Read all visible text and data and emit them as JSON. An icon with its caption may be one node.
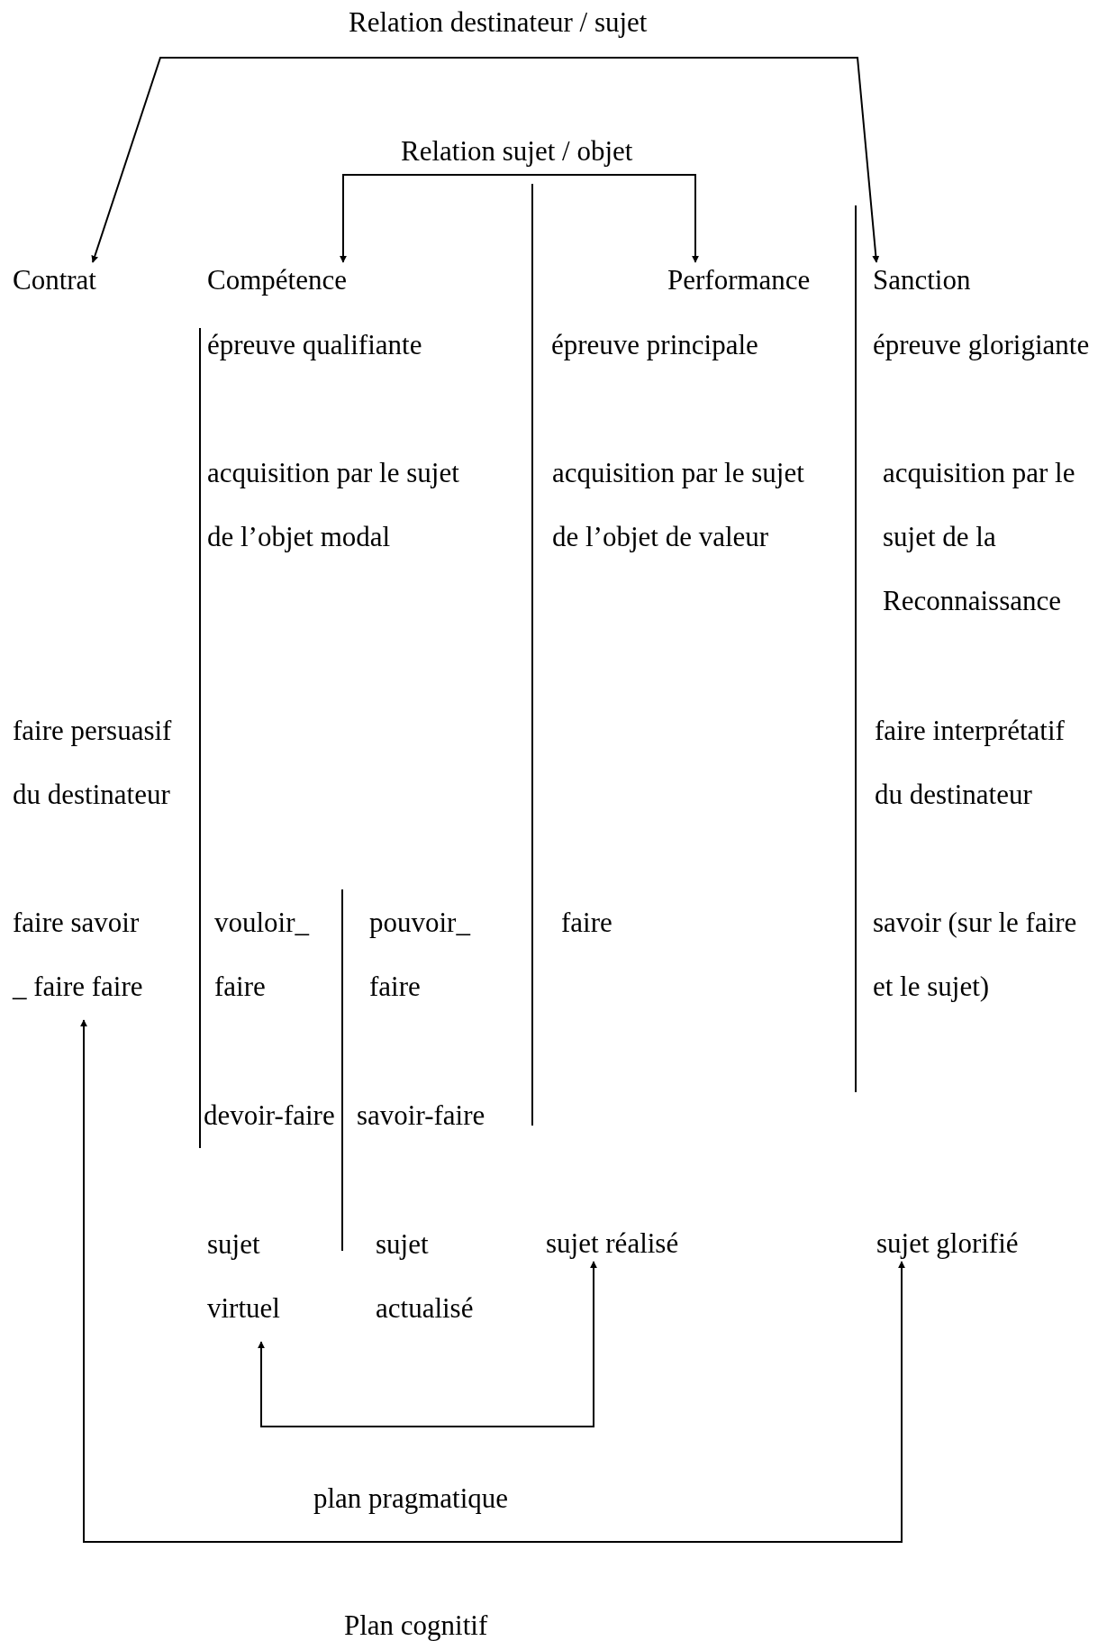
{
  "diagram": {
    "nodes": [
      {
        "text": [
          "Contrat"
        ]
      },
      {
        "text": [
          "Compétence"
        ]
      },
      {
        "text": [
          "Performance"
        ]
      },
      {
        "text": [
          "Sanction"
        ]
      },
      {
        "text": [
          "faire savoir _ faire faire"
        ]
      },
      {
        "text": [
          "sujet virtuel"
        ]
      },
      {
        "text": [
          "sujet réalisé"
        ]
      },
      {
        "text": [
          "sujet glorifié"
        ]
      }
    ],
    "edges": [
      {
        "from": 0,
        "to": 3,
        "arrow": "both",
        "label": "Relation destinateur / sujet"
      },
      {
        "from": 1,
        "to": 2,
        "arrow": "both",
        "label": "Relation sujet / objet"
      },
      {
        "from": 5,
        "to": 6,
        "arrow": "both"
      },
      {
        "from": 4,
        "to": 7,
        "arrow": "both"
      }
    ],
    "labels": [
      "épreuve qualifiante",
      "épreuve principale",
      "épreuve glorigiante",
      "acquisition par le sujet de l’objet modal",
      "acquisition par le sujet de l’objet de valeur",
      "acquisition par le sujet de la Reconnaissance",
      "faire persuasif du destinateur",
      "faire interprétatif du destinateur",
      "vouloir_ faire",
      "pouvoir_ faire",
      "faire",
      "savoir (sur le faire et le sujet)",
      "devoir-faire",
      "savoir-faire",
      "sujet actualisé",
      "plan pragmatique",
      "Plan cognitif"
    ]
  }
}
